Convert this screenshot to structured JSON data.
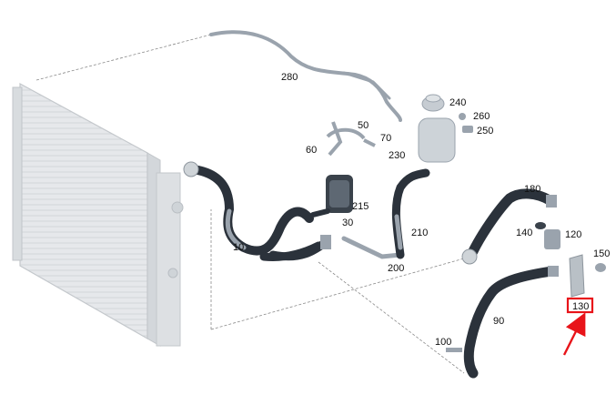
{
  "parts": {
    "p10": "10",
    "p30": "30",
    "p50": "50",
    "p60": "60",
    "p70": "70",
    "p90": "90",
    "p100": "100",
    "p120": "120",
    "p130": "130",
    "p140": "140",
    "p150": "150",
    "p180": "180",
    "p200": "200",
    "p210": "210",
    "p215": "215",
    "p230": "230",
    "p240": "240",
    "p250": "250",
    "p260": "260",
    "p280": "280"
  },
  "colors": {
    "hose": "#2b323b",
    "hose_highlight": "#5e6873",
    "radiator": "#e3e5e8",
    "radiator_edge": "#c4c8cc",
    "metal": "#9aa3ad",
    "reservoir": "#cdd3d8",
    "highlight_box": "#e8141a",
    "arrow": "#e8141a",
    "leader_line": "#777777"
  },
  "annotation": {
    "highlighted_part": "130",
    "icon": "red-arrow-icon"
  }
}
